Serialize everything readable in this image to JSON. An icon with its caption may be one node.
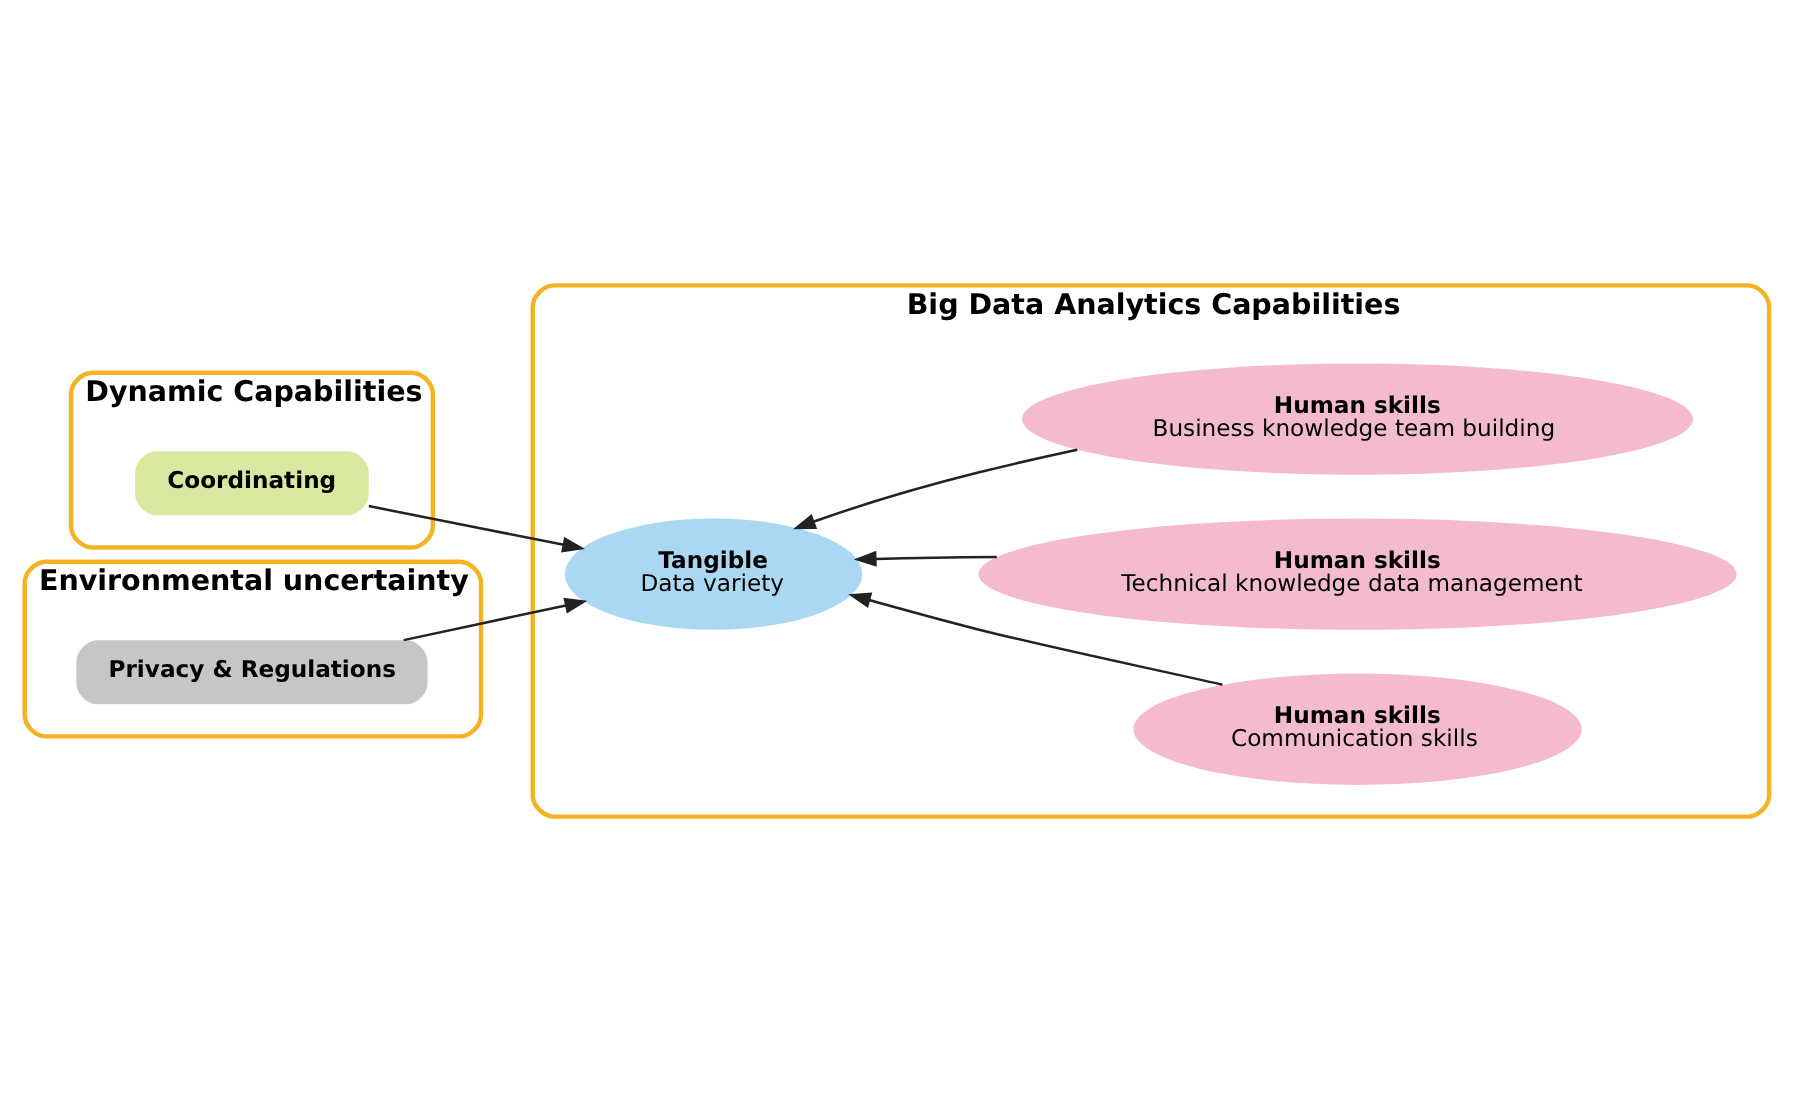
{
  "diagram": {
    "nodes": [
      {
        "text": [
          "Dynamic Capabilities"
        ]
      },
      {
        "text": [
          "Coordinating"
        ],
        "in": 0
      },
      {
        "text": [
          "Environmental uncertainty"
        ]
      },
      {
        "text": [
          "Privacy & Regulations"
        ],
        "in": 2
      },
      {
        "text": [
          "Big Data Analytics Capabilities"
        ]
      },
      {
        "text": [
          "Tangible",
          "Data variety"
        ],
        "in": 4
      },
      {
        "text": [
          "Human skills",
          "Communication skills"
        ],
        "in": 4
      },
      {
        "text": [
          "Human skills",
          "Technical knowledge data management"
        ],
        "in": 4
      },
      {
        "text": [
          "Human skills",
          "Business knowledge team building"
        ],
        "in": 4
      }
    ],
    "edges": [
      {
        "from": 1,
        "to": 5,
        "arrow": "to"
      },
      {
        "from": 3,
        "to": 5,
        "arrow": "to"
      },
      {
        "from": 6,
        "to": 5,
        "arrow": "to"
      },
      {
        "from": 7,
        "to": 5,
        "arrow": "to"
      },
      {
        "from": 8,
        "to": 5,
        "arrow": "to"
      }
    ]
  }
}
